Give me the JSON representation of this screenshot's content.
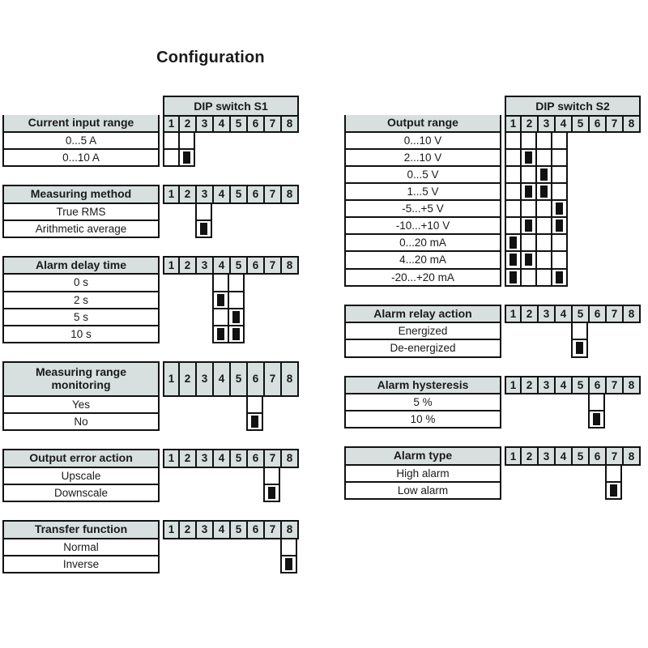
{
  "title": "Configuration",
  "switch_columns": [
    "1",
    "2",
    "3",
    "4",
    "5",
    "6",
    "7",
    "8"
  ],
  "colors": {
    "header_background": "#d7dfdf",
    "border": "#111111",
    "switch_mark": "#111111",
    "page_background": "#ffffff",
    "text": "#1a1a1a"
  },
  "left_column": {
    "dip_banner": "DIP switch S1",
    "tables": [
      {
        "header": "Current input range",
        "has_banner": true,
        "active_columns": [
          1,
          2
        ],
        "rows": [
          {
            "label": "0...5 A",
            "switches": []
          },
          {
            "label": "0...10 A",
            "switches": [
              2
            ]
          }
        ]
      },
      {
        "header": "Measuring method",
        "has_banner": false,
        "active_columns": [
          3
        ],
        "rows": [
          {
            "label": "True RMS",
            "switches": []
          },
          {
            "label": "Arithmetic average",
            "switches": [
              3
            ]
          }
        ]
      },
      {
        "header": "Alarm delay time",
        "has_banner": false,
        "active_columns": [
          4,
          5
        ],
        "rows": [
          {
            "label": "0 s",
            "switches": []
          },
          {
            "label": "2 s",
            "switches": [
              4
            ]
          },
          {
            "label": "5 s",
            "switches": [
              5
            ]
          },
          {
            "label": "10 s",
            "switches": [
              4,
              5
            ]
          }
        ]
      },
      {
        "header": "Measuring range monitoring",
        "header_lines": [
          "Measuring range",
          "monitoring"
        ],
        "has_banner": false,
        "two_line_header": true,
        "active_columns": [
          6
        ],
        "rows": [
          {
            "label": "Yes",
            "switches": []
          },
          {
            "label": "No",
            "switches": [
              6
            ]
          }
        ]
      },
      {
        "header": "Output error action",
        "has_banner": false,
        "active_columns": [
          7
        ],
        "rows": [
          {
            "label": "Upscale",
            "switches": []
          },
          {
            "label": "Downscale",
            "switches": [
              7
            ]
          }
        ]
      },
      {
        "header": "Transfer function",
        "has_banner": false,
        "active_columns": [
          8
        ],
        "rows": [
          {
            "label": "Normal",
            "switches": []
          },
          {
            "label": "Inverse",
            "switches": [
              8
            ]
          }
        ]
      }
    ]
  },
  "right_column": {
    "dip_banner": "DIP switch S2",
    "tables": [
      {
        "header": "Output range",
        "has_banner": true,
        "active_columns": [
          1,
          2,
          3,
          4
        ],
        "rows": [
          {
            "label": "0...10 V",
            "switches": []
          },
          {
            "label": "2...10 V",
            "switches": [
              2
            ]
          },
          {
            "label": "0...5 V",
            "switches": [
              3
            ]
          },
          {
            "label": "1...5 V",
            "switches": [
              2,
              3
            ]
          },
          {
            "label": "-5...+5 V",
            "switches": [
              4
            ]
          },
          {
            "label": "-10...+10 V",
            "switches": [
              2,
              4
            ]
          },
          {
            "label": "0...20 mA",
            "switches": [
              1
            ]
          },
          {
            "label": "4...20 mA",
            "switches": [
              1,
              2
            ]
          },
          {
            "label": "-20...+20 mA",
            "switches": [
              1,
              4
            ]
          }
        ]
      },
      {
        "header": "Alarm relay action",
        "has_banner": false,
        "active_columns": [
          5
        ],
        "rows": [
          {
            "label": "Energized",
            "switches": []
          },
          {
            "label": "De-energized",
            "switches": [
              5
            ]
          }
        ]
      },
      {
        "header": "Alarm hysteresis",
        "has_banner": false,
        "active_columns": [
          6
        ],
        "rows": [
          {
            "label": "5 %",
            "switches": []
          },
          {
            "label": "10 %",
            "switches": [
              6
            ]
          }
        ]
      },
      {
        "header": "Alarm type",
        "has_banner": false,
        "active_columns": [
          7
        ],
        "rows": [
          {
            "label": "High alarm",
            "switches": []
          },
          {
            "label": "Low alarm",
            "switches": [
              7
            ]
          }
        ]
      }
    ]
  }
}
